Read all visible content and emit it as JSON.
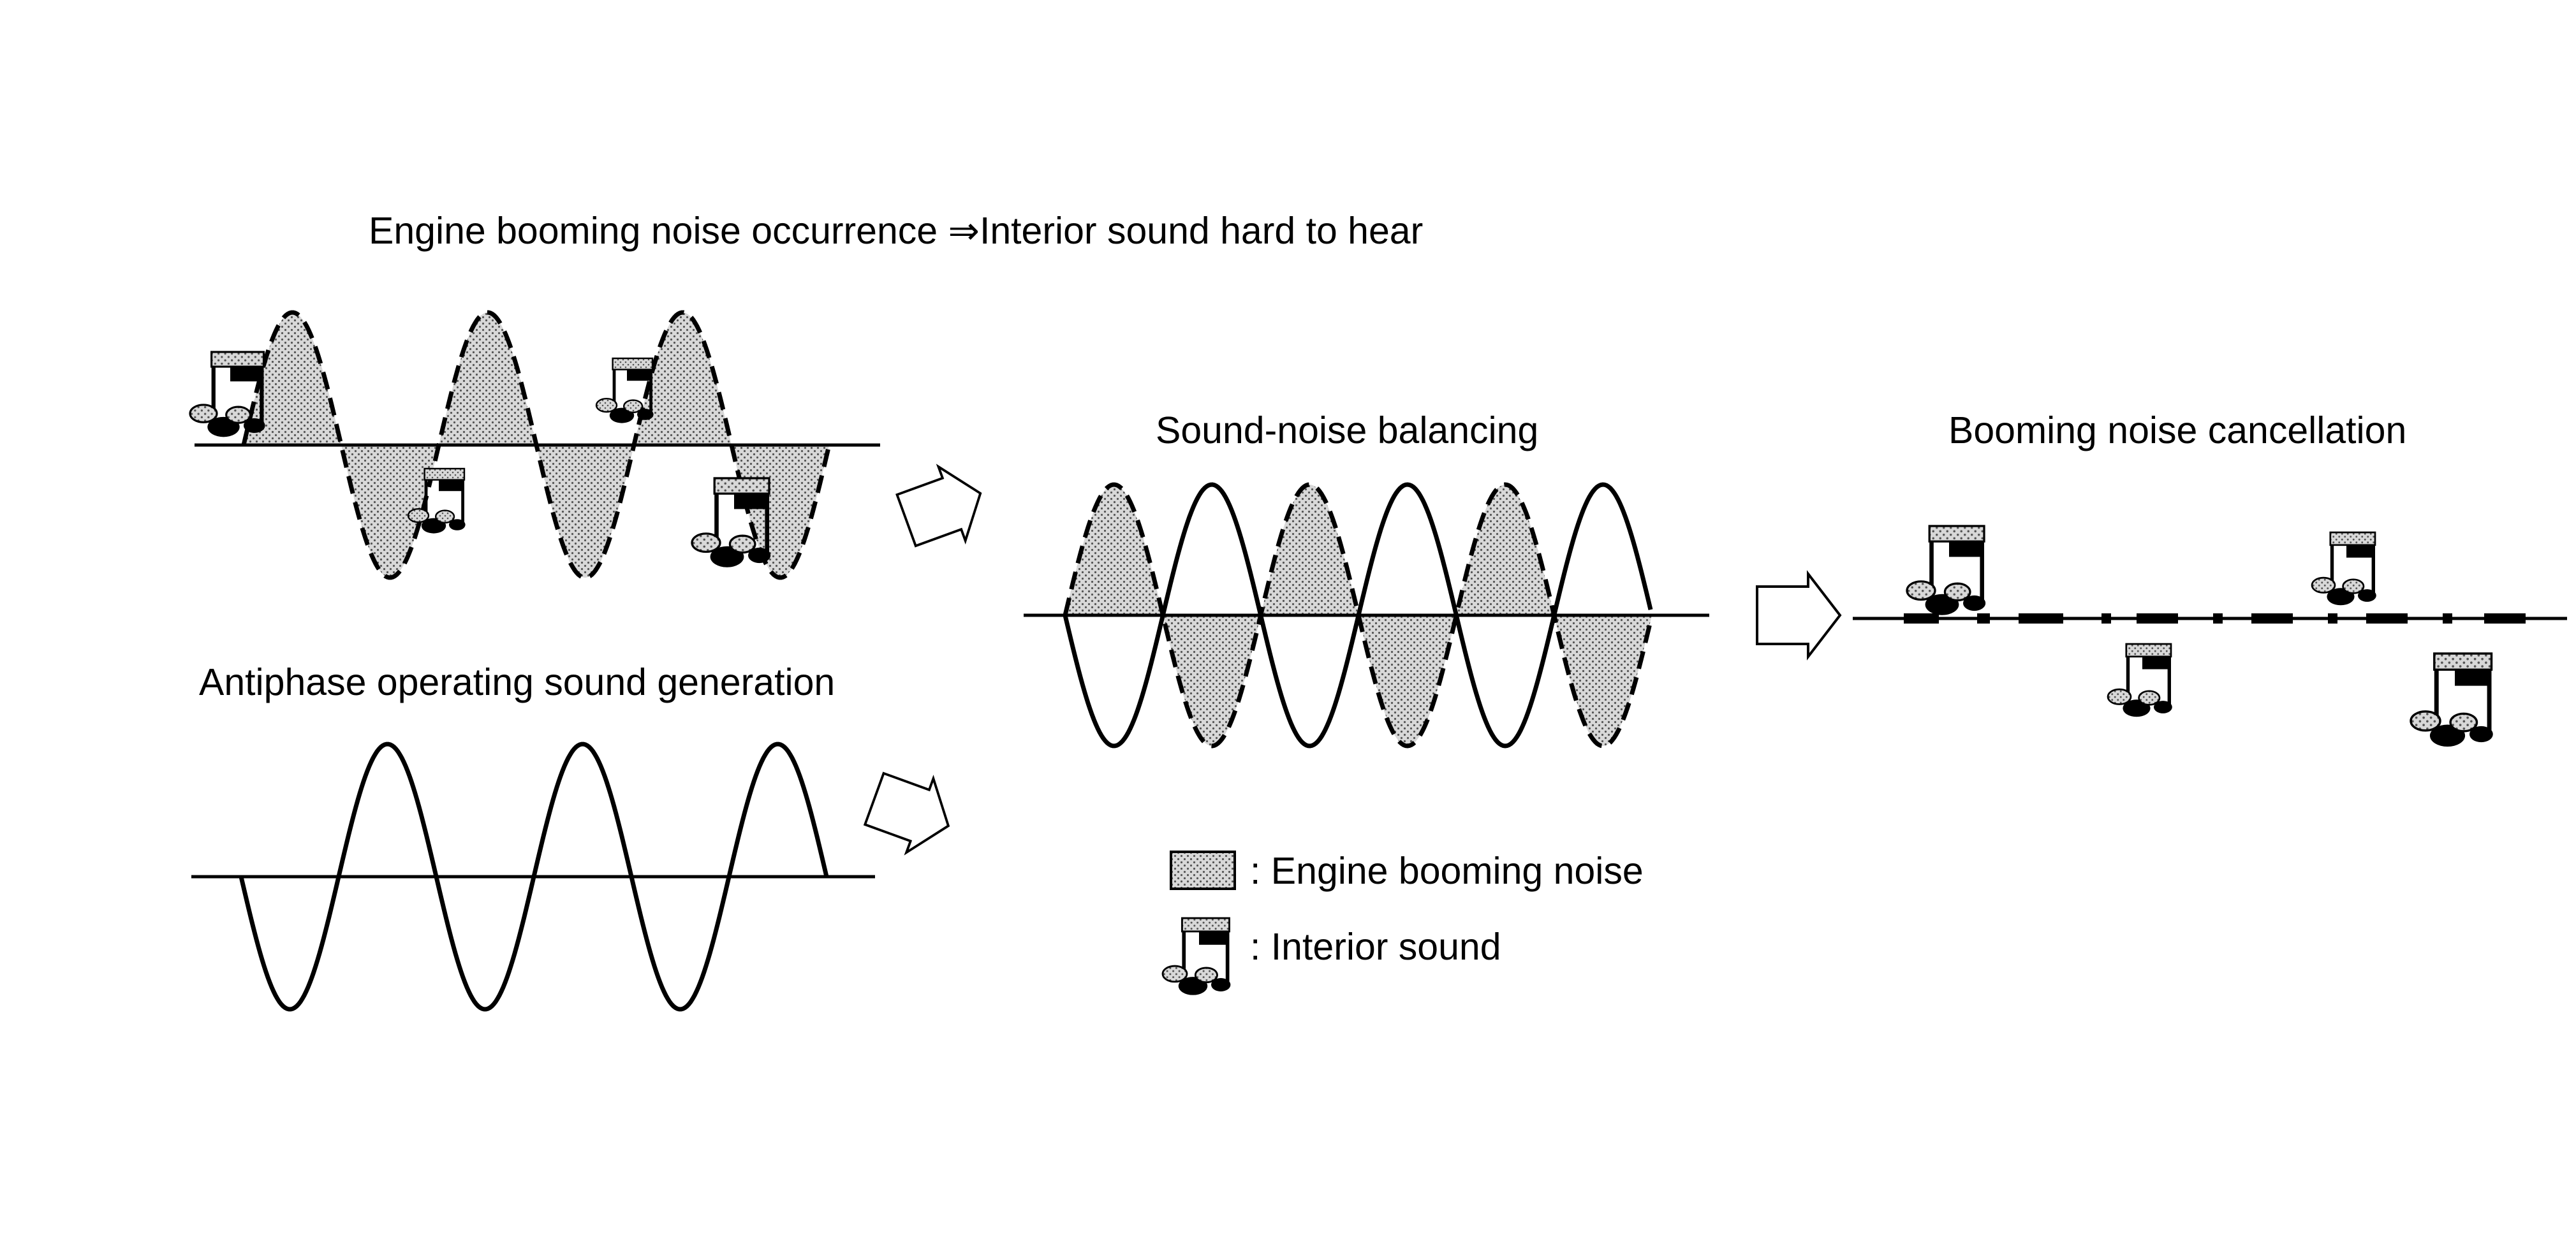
{
  "title": "Engine booming noise occurrence ⇒Interior sound hard to hear",
  "panels": {
    "antiphase": {
      "label": "Antiphase operating sound generation"
    },
    "balancing": {
      "label": "Sound-noise balancing"
    },
    "cancellation": {
      "label": "Booming noise cancellation"
    }
  },
  "legend": {
    "noise_label": ": Engine booming noise",
    "sound_label": ": Interior sound"
  },
  "icons": {
    "music_note": "music-note-icon",
    "arrow": "right-arrow-icon",
    "noise_swatch": "dotted-swatch-icon"
  },
  "colors": {
    "ink": "#000000",
    "dot_fill": "#cfcfcf",
    "background": "#ffffff"
  }
}
